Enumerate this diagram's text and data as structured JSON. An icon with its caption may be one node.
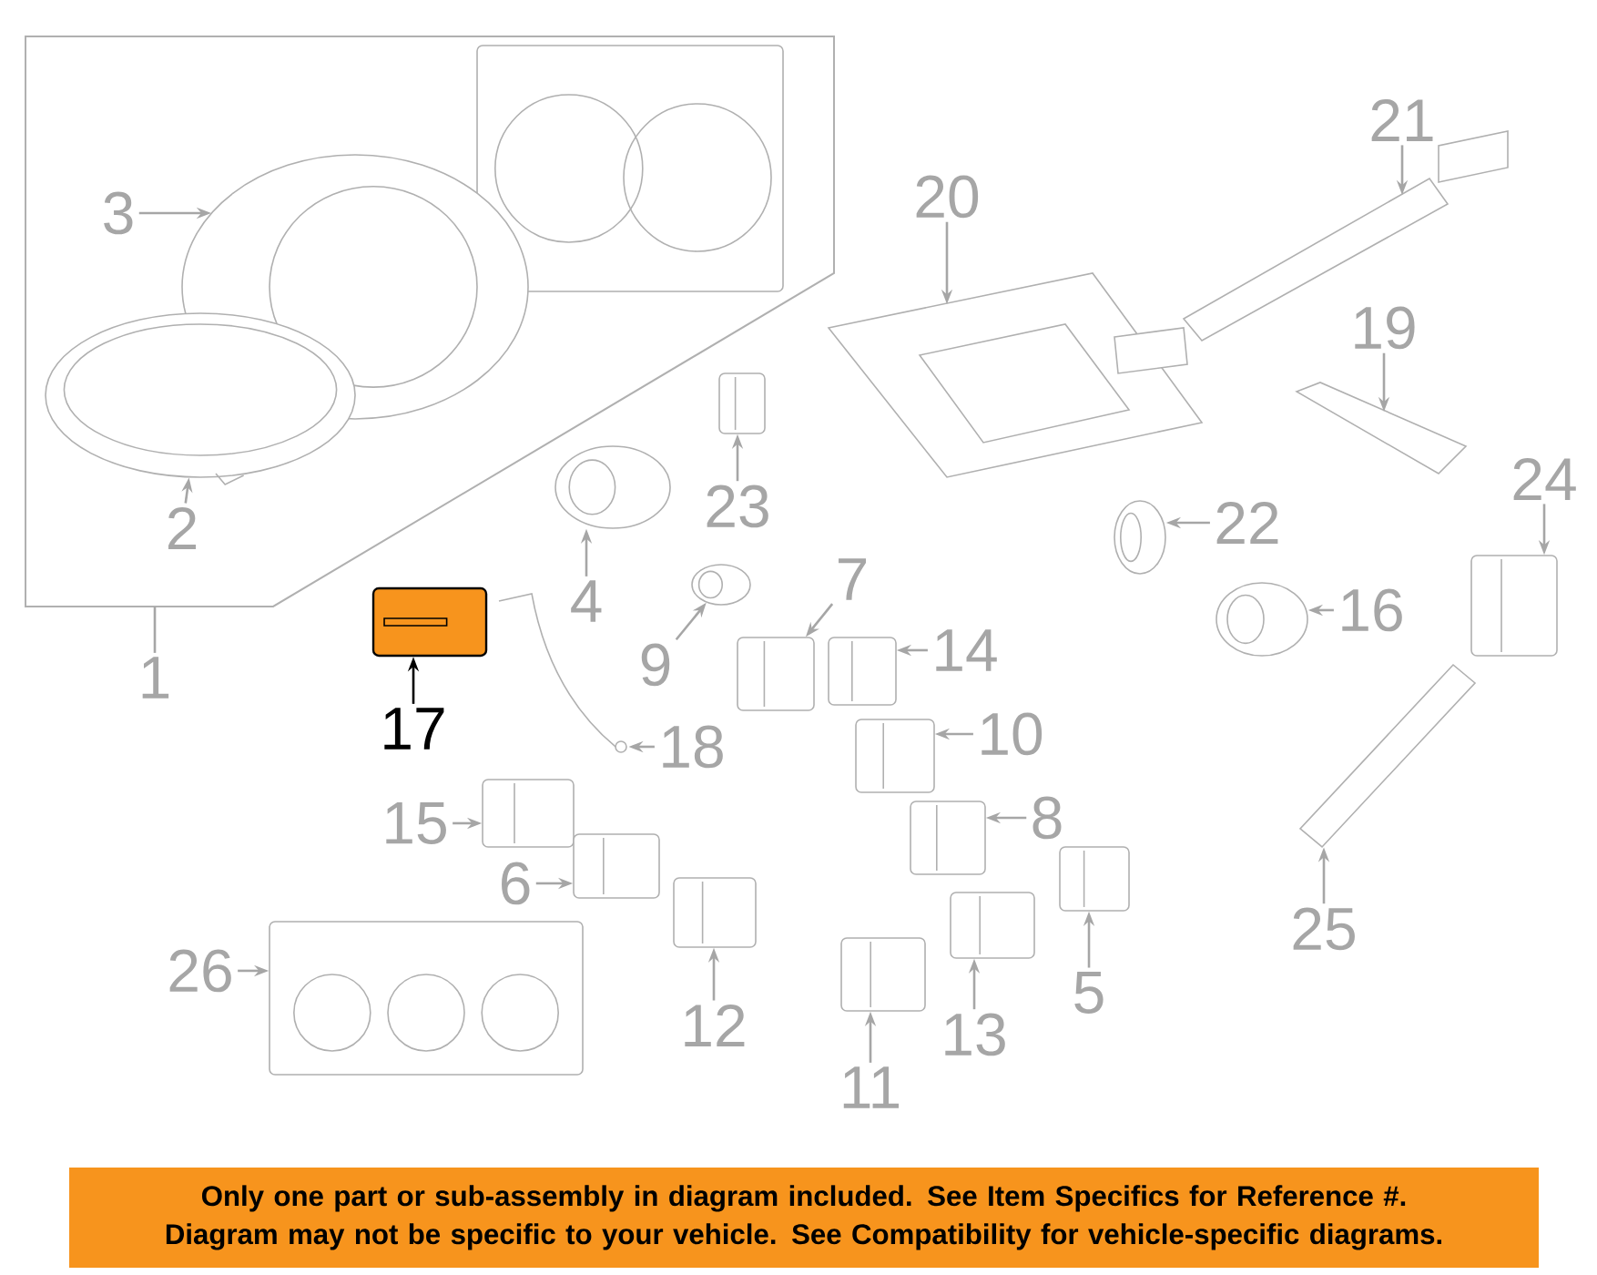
{
  "diagram": {
    "nodes": [
      {
        "text": [],
        "shape": "box"
      },
      {
        "text": [],
        "shape": "picture",
        "in": 0
      },
      {
        "text": [
          "21"
        ]
      },
      {
        "text": [],
        "shape": "picture"
      },
      {
        "text": [
          "20"
        ]
      },
      {
        "text": [],
        "shape": "picture"
      },
      {
        "text": [
          "3"
        ],
        "in": 0
      },
      {
        "text": [],
        "shape": "picture",
        "in": 0
      },
      {
        "text": [
          "19"
        ]
      },
      {
        "text": [],
        "shape": "picture"
      },
      {
        "text": [
          "23"
        ]
      },
      {
        "text": [],
        "shape": "picture"
      },
      {
        "text": [
          "2"
        ],
        "in": 0
      },
      {
        "text": [],
        "shape": "picture",
        "in": 0
      },
      {
        "text": [
          "24"
        ]
      },
      {
        "text": [],
        "shape": "picture"
      },
      {
        "text": [
          "22"
        ]
      },
      {
        "text": [],
        "shape": "picture"
      },
      {
        "text": [
          "4"
        ]
      },
      {
        "text": [],
        "shape": "picture"
      },
      {
        "text": [
          "1"
        ]
      },
      {
        "text": [
          "16"
        ]
      },
      {
        "text": [],
        "shape": "picture"
      },
      {
        "text": [
          "7"
        ]
      },
      {
        "text": [],
        "shape": "picture"
      },
      {
        "text": [
          "9"
        ]
      },
      {
        "text": [],
        "shape": "picture"
      },
      {
        "text": [
          "14"
        ]
      },
      {
        "text": [],
        "shape": "picture"
      },
      {
        "text": [
          "17"
        ]
      },
      {
        "text": [],
        "shape": "picture"
      },
      {
        "text": [
          "10"
        ]
      },
      {
        "text": [],
        "shape": "picture"
      },
      {
        "text": [
          "18"
        ]
      },
      {
        "text": [],
        "shape": "picture"
      },
      {
        "text": [
          "15"
        ]
      },
      {
        "text": [],
        "shape": "picture"
      },
      {
        "text": [
          "8"
        ]
      },
      {
        "text": [],
        "shape": "picture"
      },
      {
        "text": [
          "6"
        ]
      },
      {
        "text": [],
        "shape": "picture"
      },
      {
        "text": [
          "25"
        ]
      },
      {
        "text": [],
        "shape": "picture"
      },
      {
        "text": [
          "26"
        ]
      },
      {
        "text": [],
        "shape": "picture"
      },
      {
        "text": [
          "5"
        ]
      },
      {
        "text": [],
        "shape": "picture"
      },
      {
        "text": [
          "12"
        ]
      },
      {
        "text": [],
        "shape": "picture"
      },
      {
        "text": [
          "13"
        ]
      },
      {
        "text": [],
        "shape": "picture"
      },
      {
        "text": [
          "11"
        ]
      },
      {
        "text": [],
        "shape": "picture"
      },
      {
        "text": [
          "Only one part or sub-assembly in diagram included. See Item Specifics for Reference #. Diagram may not be specific to your vehicle. See Compatibility for vehicle-specific diagrams."
        ]
      }
    ],
    "edges": [
      {
        "from": 2,
        "to": 3,
        "arrow": "to"
      },
      {
        "from": 4,
        "to": 5,
        "arrow": "to"
      },
      {
        "from": 6,
        "to": 7,
        "arrow": "to"
      },
      {
        "from": 8,
        "to": 9,
        "arrow": "to"
      },
      {
        "from": 10,
        "to": 11,
        "arrow": "to"
      },
      {
        "from": 12,
        "to": 13,
        "arrow": "to"
      },
      {
        "from": 14,
        "to": 15,
        "arrow": "to"
      },
      {
        "from": 16,
        "to": 17,
        "arrow": "to"
      },
      {
        "from": 18,
        "to": 19,
        "arrow": "to"
      },
      {
        "from": 20,
        "to": 0,
        "arrow": "none"
      },
      {
        "from": 21,
        "to": 22,
        "arrow": "to"
      },
      {
        "from": 23,
        "to": 24,
        "arrow": "to"
      },
      {
        "from": 25,
        "to": 26,
        "arrow": "to"
      },
      {
        "from": 27,
        "to": 28,
        "arrow": "to"
      },
      {
        "from": 29,
        "to": 30,
        "arrow": "to",
        "color": "#000000"
      },
      {
        "from": 31,
        "to": 32,
        "arrow": "to"
      },
      {
        "from": 33,
        "to": 34,
        "arrow": "to"
      },
      {
        "from": 35,
        "to": 36,
        "arrow": "to"
      },
      {
        "from": 37,
        "to": 38,
        "arrow": "to"
      },
      {
        "from": 39,
        "to": 40,
        "arrow": "to"
      },
      {
        "from": 41,
        "to": 42,
        "arrow": "to"
      },
      {
        "from": 43,
        "to": 44,
        "arrow": "to"
      },
      {
        "from": 45,
        "to": 46,
        "arrow": "to"
      },
      {
        "from": 47,
        "to": 48,
        "arrow": "to"
      },
      {
        "from": 49,
        "to": 50,
        "arrow": "to"
      },
      {
        "from": 51,
        "to": 52,
        "arrow": "to"
      }
    ]
  }
}
